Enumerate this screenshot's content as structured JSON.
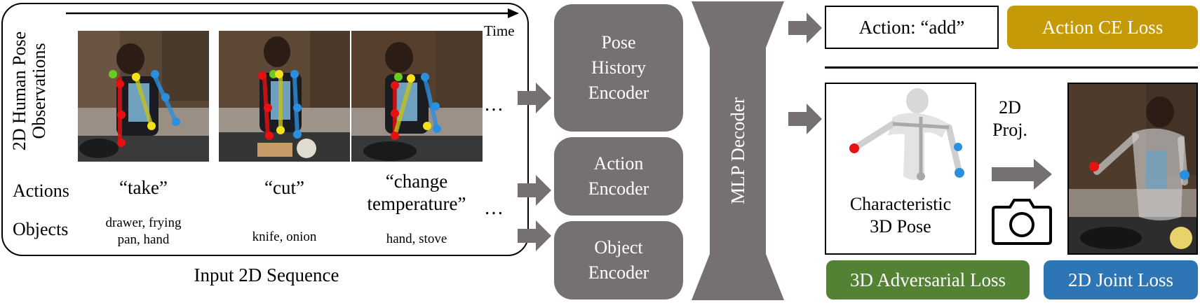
{
  "sequence": {
    "vertical_title_line1": "2D Human Pose",
    "vertical_title_line2": "Observations",
    "time_label": "Time",
    "actions_label": "Actions",
    "objects_label": "Objects",
    "caption": "Input 2D Sequence",
    "ellipsis": "…",
    "steps": [
      {
        "action": "“take”",
        "objects_line1": "drawer, frying",
        "objects_line2": "pan, hand"
      },
      {
        "action": "“cut”",
        "objects_line1": "knife, onion",
        "objects_line2": ""
      },
      {
        "action_line1": "“change",
        "action_line2": "temperature”",
        "objects_line1": "hand, stove",
        "objects_line2": ""
      }
    ]
  },
  "encoders": {
    "pose_history": [
      "Pose",
      "History",
      "Encoder"
    ],
    "action": [
      "Action",
      "Encoder"
    ],
    "object": [
      "Object",
      "Encoder"
    ]
  },
  "decoder": {
    "label": "MLP Decoder"
  },
  "outputs": {
    "action_text": "Action: “add”",
    "action_loss": "Action CE Loss",
    "pose_caption_line1": "Characteristic",
    "pose_caption_line2": "3D Pose",
    "proj_line1": "2D",
    "proj_line2": "Proj.",
    "adversarial_loss": "3D Adversarial Loss",
    "joint_loss": "2D Joint Loss"
  },
  "colors": {
    "encoder_gray": "#767171",
    "action_loss": "#C59A08",
    "adversarial_loss": "#548235",
    "joint_loss": "#2E75B6",
    "joint_red": "#E81010",
    "joint_green": "#6ACB1E",
    "joint_yellow": "#F2E21A",
    "joint_blue": "#2B8FE0"
  }
}
